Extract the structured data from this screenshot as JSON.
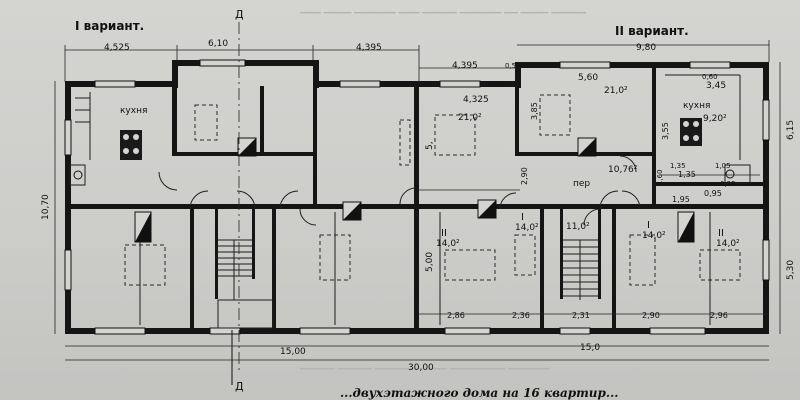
{
  "variants": {
    "left": "I вариант.",
    "right": "II вариант."
  },
  "room_labels": {
    "kitchen_left": "кухня",
    "kitchen_right": "кухня",
    "corridor": "пер",
    "room_I": "I",
    "room_II_left": "II",
    "room_I_right": "I",
    "room_II_right": "II"
  },
  "areas": {
    "a_21_0_top": "21,0²",
    "a_21_0_right": "21,0²",
    "a_9_20": "9,20²",
    "a_10_76": "10,76²",
    "a_14_0_1": "14,0²",
    "a_14_0_2": "14,0²",
    "a_14_0_3": "14,0²",
    "a_14_0_4": "14,0²",
    "a_11_0": "11,0²"
  },
  "dimensions": {
    "d_4_525": "4,525",
    "d_6_10": "6,10",
    "d_4_395_top": "4,395",
    "d_9_80": "9,80",
    "d_4_395_mid": "4,395",
    "d_5_60": "5,60",
    "d_3_45": "3,45",
    "d_4_325": "4,325",
    "d_10_70": "10,70",
    "d_6_15": "6,15",
    "d_5_30": "5,30",
    "d_5_00": "5,00",
    "d_5_m": "5,",
    "d_3_85": "3,85",
    "d_3_55": "3,55",
    "d_2_90": "2,90",
    "d_1_35": "1,35",
    "d_0_95": "0,95",
    "d_1_95": "1,95",
    "d_2_86": "2,86",
    "d_2_36": "2,36",
    "d_2_31": "2,31",
    "d_2_90b": "2,90",
    "d_2_96": "2,96",
    "d_15_00": "15,00",
    "d_15_0": "15,0",
    "d_30_00": "30,00",
    "d_0_25": "0,25",
    "d_0_5": "0,5",
    "d_1_60": "1,60",
    "d_1_35b": "1,35",
    "d_1_05": "1,05",
    "d_0_60": "0,60"
  },
  "axis_marks": {
    "top": "Д",
    "bottom": "Д"
  },
  "caption": "...двухэтажного дома на 16 квартир..."
}
